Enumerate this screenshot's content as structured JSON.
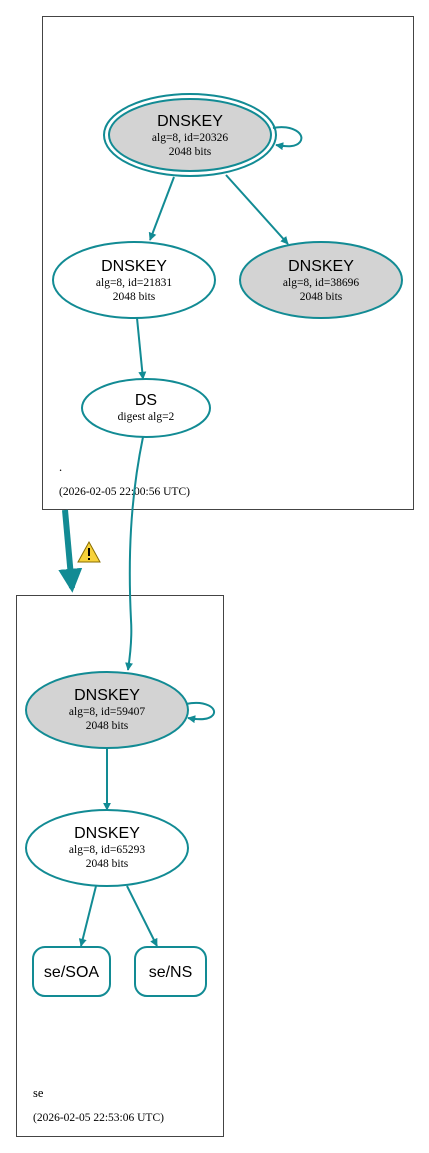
{
  "colors": {
    "edge": "#128b94",
    "node_border": "#128b94",
    "node_fill_ksk": "#d3d3d3",
    "node_fill_plain": "#ffffff",
    "zone_border": "#444444",
    "warning_fill": "#f7d23a"
  },
  "zones": {
    "root": {
      "label": ".",
      "timestamp": "(2026-02-05 22:00:56 UTC)"
    },
    "se": {
      "label": "se",
      "timestamp": "(2026-02-05 22:53:06 UTC)"
    }
  },
  "nodes": {
    "root_ksk": {
      "type": "DNSKEY",
      "detail": "alg=8, id=20326",
      "size": "2048 bits"
    },
    "root_zsk": {
      "type": "DNSKEY",
      "detail": "alg=8, id=21831",
      "size": "2048 bits"
    },
    "root_ksk2": {
      "type": "DNSKEY",
      "detail": "alg=8, id=38696",
      "size": "2048 bits"
    },
    "ds": {
      "type": "DS",
      "detail": "digest alg=2"
    },
    "se_ksk": {
      "type": "DNSKEY",
      "detail": "alg=8, id=59407",
      "size": "2048 bits"
    },
    "se_zsk": {
      "type": "DNSKEY",
      "detail": "alg=8, id=65293",
      "size": "2048 bits"
    },
    "se_soa": {
      "label": "se/SOA"
    },
    "se_ns": {
      "label": "se/NS"
    }
  },
  "icons": {
    "delegation_warning": "warning-icon"
  }
}
